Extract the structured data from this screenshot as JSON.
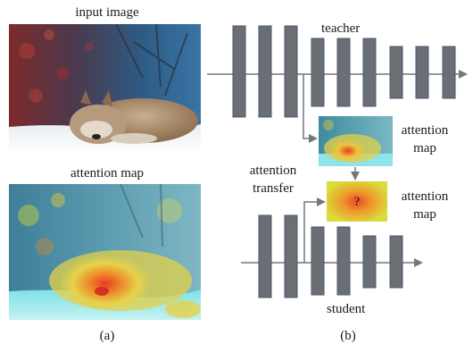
{
  "panel_a": {
    "input_image_label": "input image",
    "attention_map_label": "attention map",
    "caption": "(a)"
  },
  "panel_b": {
    "teacher_label": "teacher",
    "student_label": "student",
    "attention_transfer_label_line1": "attention",
    "attention_transfer_label_line2": "transfer",
    "teacher_attention_label_line1": "attention",
    "teacher_attention_label_line2": "map",
    "student_attention_label_line1": "attention",
    "student_attention_label_line2": "map",
    "unknown_map_symbol": "?",
    "caption": "(b)"
  },
  "colors": {
    "layer_fill": "#6b6e72",
    "layer_stroke": "#4a5a7a",
    "line": "#777777",
    "unknown_map_center": "#e8472a",
    "unknown_map_edge": "#d9dc3a"
  }
}
